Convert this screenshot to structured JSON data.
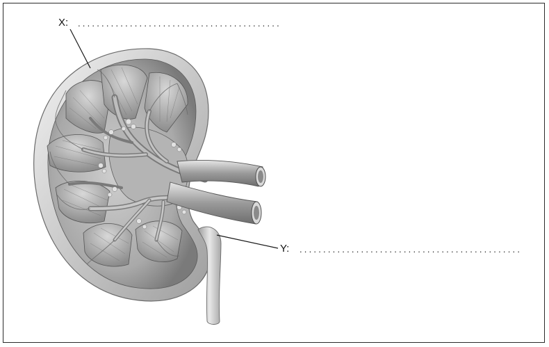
{
  "labels": {
    "x_letter": "X:",
    "y_letter": "Y:",
    "x_answer_line": "...........................................",
    "y_answer_line": "................................................"
  },
  "figure": {
    "icon": "kidney-cross-section-illustration",
    "style": "grayscale"
  }
}
